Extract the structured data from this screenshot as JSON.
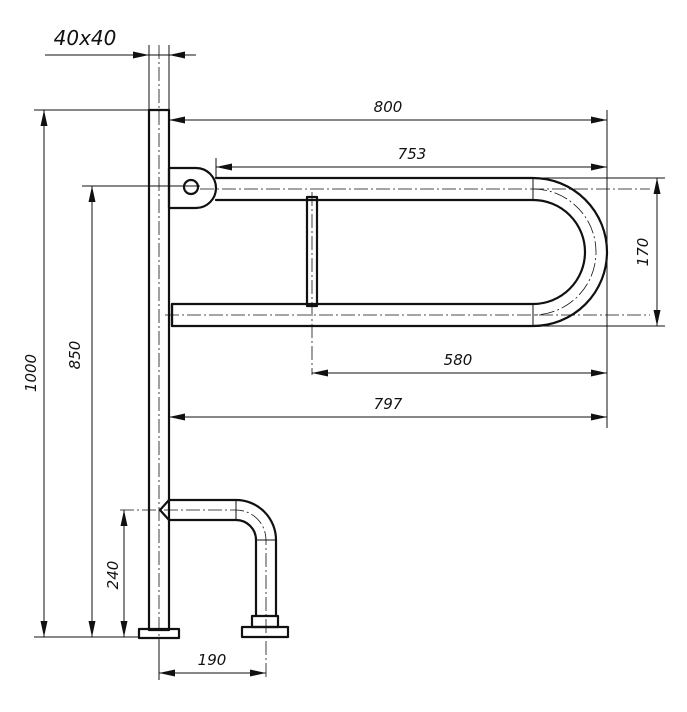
{
  "drawing": {
    "profile_label": "40x40",
    "dimensions": {
      "overall_width": "800",
      "rail_length": "753",
      "rail_spacing": "170",
      "brace_to_end": "580",
      "width_at_post": "797",
      "total_height": "1000",
      "rail_height": "850",
      "leg_height": "240",
      "leg_offset": "190"
    }
  }
}
